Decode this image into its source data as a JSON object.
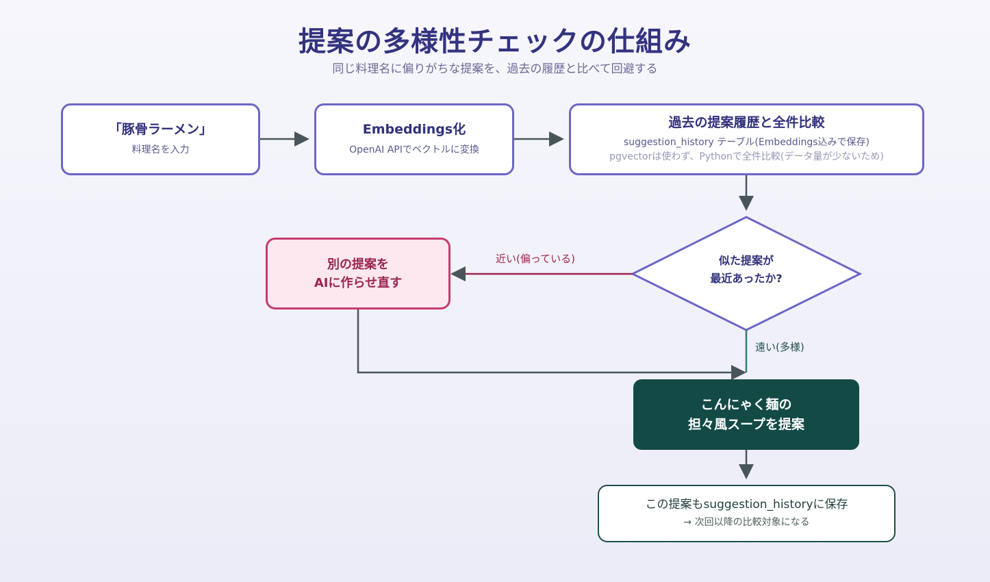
{
  "header": {
    "title": "提案の多様性チェックの仕組み",
    "subtitle": "同じ料理名に偏りがちな提案を、過去の履歴と比べて回避する"
  },
  "nodes": {
    "input": {
      "title": "「豚骨ラーメン」",
      "sub": "料理名を入力"
    },
    "embed": {
      "title": "Embeddings化",
      "sub": "OpenAI APIでベクトルに変換"
    },
    "compare": {
      "title": "過去の提案履歴と全件比較",
      "sub": "suggestion_history テーブル(Embeddings込みで保存)",
      "sub2": "pgvectorは使わず、Pythonで全件比較(データ量が少ないため)"
    },
    "decision": {
      "line1": "似た提案が",
      "line2": "最近あったか?"
    },
    "retry": {
      "line1": "別の提案を",
      "line2": "AIに作らせ直す"
    },
    "result": {
      "line1": "こんにゃく麺の",
      "line2": "担々風スープを提案"
    },
    "save": {
      "title": "この提案もsuggestion_historyに保存",
      "sub": "→ 次回以降の比較対象になる"
    }
  },
  "edges": {
    "near_label": "近い(偏っている)",
    "far_label": "遠い(多様)"
  },
  "colors": {
    "primary_border": "#6b66c7",
    "title_text": "#33337f",
    "retry_border": "#c43c6e",
    "retry_fill": "#fde8ef",
    "result_fill": "#134a45",
    "arrow": "#4a555a",
    "far_line": "#2a7f78"
  }
}
